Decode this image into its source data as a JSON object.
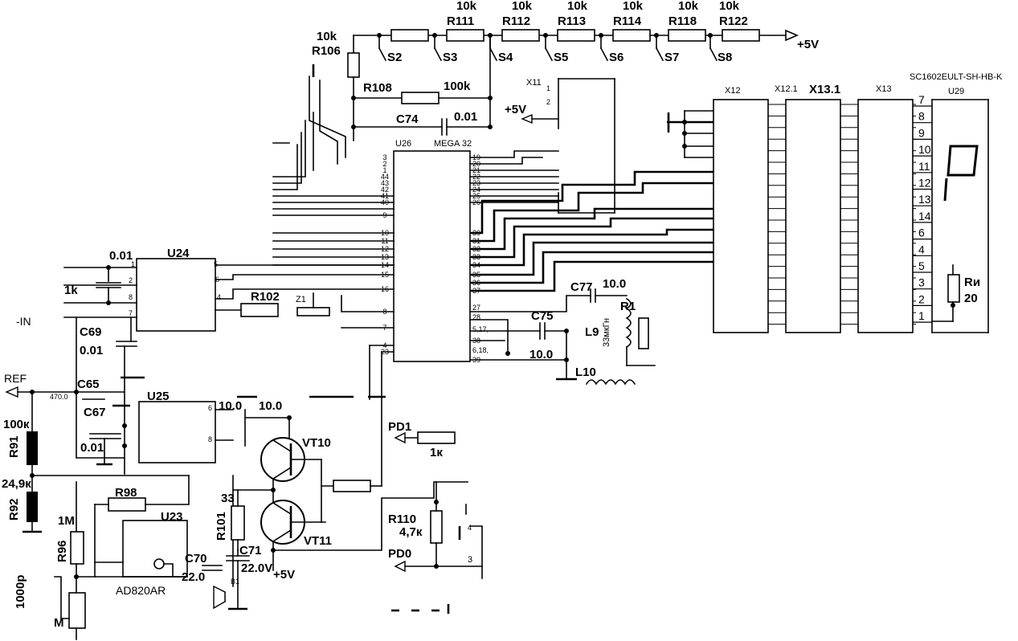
{
  "resistors_top": [
    {
      "value": "10k",
      "ref": "R111",
      "sw": "S3"
    },
    {
      "value": "10k",
      "ref": "R112",
      "sw": "S4"
    },
    {
      "value": "10k",
      "ref": "R113",
      "sw": "S5"
    },
    {
      "value": "10k",
      "ref": "R114",
      "sw": "S6"
    },
    {
      "value": "10k",
      "ref": "R118",
      "sw": "S7"
    },
    {
      "value": "10k",
      "ref": "R122",
      "sw": "S8"
    }
  ],
  "labels": {
    "s2": "S2",
    "plus5v_top": "+5V",
    "r106_val": "10k",
    "r106": "R106",
    "r108": "R108",
    "r108_val": "100k",
    "c74": "C74",
    "c74_val": "0.01",
    "x11": "X11",
    "plus5v_x11": "+5V",
    "u26": "U26",
    "u26_type": "MEGA 32",
    "x12": "X12",
    "x12_1": "X12.1",
    "x13_1": "X13.1",
    "x13": "X13",
    "u29_type": "SC1602EULT-SH-HB-K",
    "u29": "U29",
    "u24": "U24",
    "c_u24_val": "0.01",
    "r_1k": "1k",
    "in_minus": "-IN",
    "c69": "C69",
    "c69_val": "0.01",
    "r102": "R102",
    "z1": "Z1",
    "c77": "C77",
    "c77_val": "10.0",
    "r1x": "R1",
    "c75": "C75",
    "c75_val": "10.0",
    "l9": "L9",
    "l9_val": "33мкГн",
    "l10": "L10",
    "ref": "REF",
    "c65": "C65",
    "c65_val": "470.0",
    "u25": "U25",
    "c67": "C67",
    "c67_val": "0.01",
    "c_10_a": "10.0",
    "c_10_b": "10.0",
    "r91_val": "100к",
    "r91": "R91",
    "r92_val": "24,9к",
    "r92": "R92",
    "vt10": "VT10",
    "vt11": "VT11",
    "pd1": "PD1",
    "pd1_r_val": "1к",
    "u23": "U23",
    "u23_type": "AD820AR",
    "r96_val": "1M",
    "r96": "R96",
    "r101_val": "33",
    "r101": "R101",
    "c70": "C70",
    "c70_val": "22.0",
    "c71": "C71",
    "c71_val": "22.0V",
    "b1": "B1",
    "plus5v_bot": "+5V",
    "r110": "R110",
    "r110_val": "4,7к",
    "pd0": "PD0",
    "c_1000p": "1000p",
    "m_label": "M",
    "ri": "Rи",
    "ri_val": "20",
    "pin_3": "3",
    "pin_4": "4"
  },
  "u26_left_pins": [
    "3",
    "2",
    "1",
    "44",
    "43",
    "42",
    "41",
    "40",
    "9",
    "10",
    "11",
    "12",
    "13",
    "14",
    "15",
    "16",
    "8",
    "7",
    "4",
    "23"
  ],
  "u26_right_pins": [
    "19",
    "20",
    "21",
    "22",
    "23",
    "24",
    "25",
    "26",
    "30",
    "31",
    "32",
    "33",
    "34",
    "35",
    "36",
    "37",
    "27",
    "28",
    "5,17,",
    "38",
    "6,18,",
    "39"
  ],
  "u29_pins": [
    "7",
    "8",
    "9",
    "10",
    "11",
    "12",
    "13",
    "14",
    "6",
    "4",
    "5",
    "3",
    "2",
    "1"
  ],
  "u24_pins": [
    "1",
    "2",
    "8",
    "7",
    "5",
    "6",
    "4"
  ],
  "u25_pins": [
    "6",
    "8"
  ]
}
